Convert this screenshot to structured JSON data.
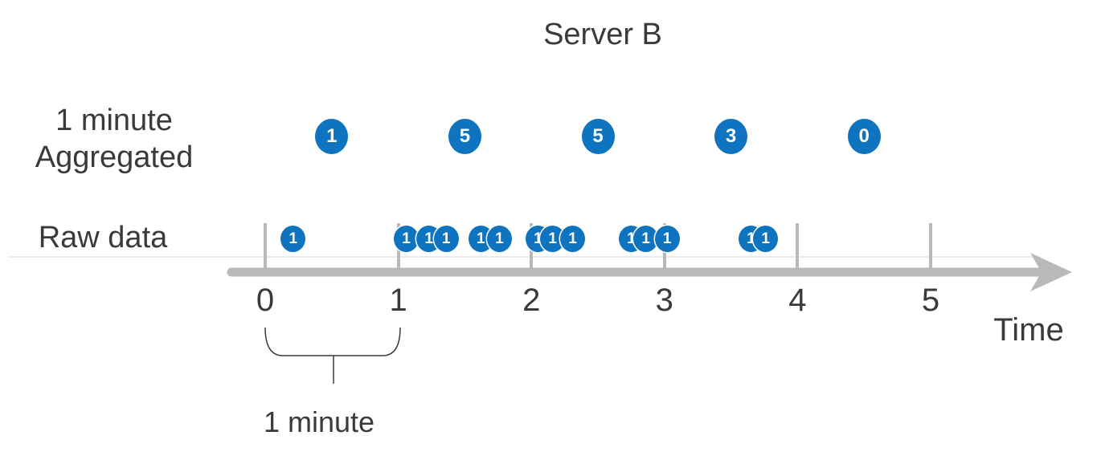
{
  "title": "Server B",
  "labels": {
    "aggregated_line1": "1 minute",
    "aggregated_line2": "Aggregated",
    "raw": "Raw data",
    "time_axis": "Time",
    "bracket": "1 minute"
  },
  "colors": {
    "point_blue": "#0e74c0",
    "point_text": "#ffffff",
    "axis_gray": "#b9b9b9",
    "faint_line_gray": "#ebebeb",
    "text": "#3a3a3a"
  },
  "chart_data": {
    "type": "scatter",
    "title": "Server B",
    "xlabel": "Time",
    "x_ticks": [
      0,
      1,
      2,
      3,
      4,
      5
    ],
    "xlim": [
      0,
      5.5
    ],
    "grid": false,
    "series": [
      {
        "name": "1 minute Aggregated",
        "x": [
          0.5,
          1.5,
          2.5,
          3.5,
          4.5
        ],
        "values": [
          1,
          5,
          5,
          3,
          0
        ],
        "marker_labels": [
          "1",
          "5",
          "5",
          "3",
          "0"
        ]
      },
      {
        "name": "Raw data",
        "x": [
          0.21,
          1.06,
          1.23,
          1.36,
          1.62,
          1.76,
          2.05,
          2.16,
          2.31,
          2.75,
          2.86,
          3.02,
          3.65,
          3.76
        ],
        "values": [
          1,
          1,
          1,
          1,
          1,
          1,
          1,
          1,
          1,
          1,
          1,
          1,
          1,
          1
        ],
        "marker_labels": [
          "1",
          "1",
          "1",
          "1",
          "1",
          "1",
          "1",
          "1",
          "1",
          "1",
          "1",
          "1",
          "1",
          "1"
        ]
      }
    ],
    "annotation": {
      "text": "1 minute",
      "interval": [
        0,
        1
      ]
    }
  }
}
